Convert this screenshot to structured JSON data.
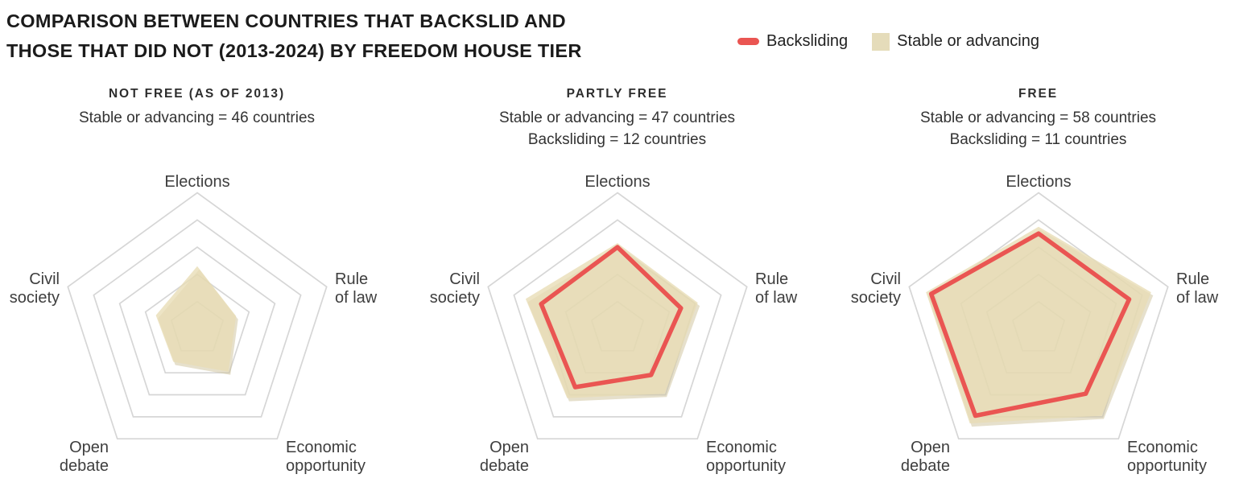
{
  "header": {
    "title_line1": "COMPARISON BETWEEN COUNTRIES THAT BACKSLID AND",
    "title_line2": "THOSE THAT DID NOT (2013-2024) BY FREEDOM HOUSE TIER"
  },
  "legend": {
    "backsliding_label": "Backsliding",
    "stable_label": "Stable or advancing"
  },
  "colors": {
    "backsliding": "#ea5552",
    "stable_fill": "#e8ddb5",
    "stable_legend": "#e5dcba",
    "grid": "#d6d6d6",
    "area_shadow": "#cdc299"
  },
  "chart_data": [
    {
      "type": "radar",
      "title": "NOT FREE (AS OF 2013)",
      "subtitle_lines": [
        "Stable or advancing = 46 countries"
      ],
      "axes": [
        "Elections",
        "Rule of law",
        "Economic opportunity",
        "Open debate",
        "Civil society"
      ],
      "axes_lines": [
        [
          "Elections"
        ],
        [
          "Rule",
          "of law"
        ],
        [
          "Economic",
          "opportunity"
        ],
        [
          "Open",
          "debate"
        ],
        [
          "Civil",
          "society"
        ]
      ],
      "axis_range": [
        0,
        1
      ],
      "grid_levels": [
        0.2,
        0.4,
        0.6,
        0.8,
        1.0
      ],
      "legend_position": "top-right",
      "series": [
        {
          "name": "Stable or advancing",
          "role": "area",
          "color": "#e8ddb5",
          "values": [
            0.46,
            0.3,
            0.39,
            0.3,
            0.32
          ]
        }
      ]
    },
    {
      "type": "radar",
      "title": "PARTLY FREE",
      "subtitle_lines": [
        "Stable or advancing = 47 countries",
        "Backsliding = 12 countries"
      ],
      "axes": [
        "Elections",
        "Rule of law",
        "Economic opportunity",
        "Open debate",
        "Civil society"
      ],
      "axes_lines": [
        [
          "Elections"
        ],
        [
          "Rule",
          "of law"
        ],
        [
          "Economic",
          "opportunity"
        ],
        [
          "Open",
          "debate"
        ],
        [
          "Civil",
          "society"
        ]
      ],
      "axis_range": [
        0,
        1
      ],
      "grid_levels": [
        0.2,
        0.4,
        0.6,
        0.8,
        1.0
      ],
      "legend_position": "top-right",
      "series": [
        {
          "name": "Stable or advancing",
          "role": "area",
          "color": "#e8ddb5",
          "values": [
            0.63,
            0.62,
            0.59,
            0.63,
            0.71
          ]
        },
        {
          "name": "Backsliding",
          "role": "line",
          "color": "#ea5552",
          "values": [
            0.6,
            0.49,
            0.42,
            0.53,
            0.59
          ]
        }
      ]
    },
    {
      "type": "radar",
      "title": "FREE",
      "subtitle_lines": [
        "Stable or advancing = 58 countries",
        "Backsliding = 11 countries"
      ],
      "axes": [
        "Elections",
        "Rule of law",
        "Economic opportunity",
        "Open debate",
        "Civil society"
      ],
      "axes_lines": [
        [
          "Elections"
        ],
        [
          "Rule",
          "of law"
        ],
        [
          "Economic",
          "opportunity"
        ],
        [
          "Open",
          "debate"
        ],
        [
          "Civil",
          "society"
        ]
      ],
      "axis_range": [
        0,
        1
      ],
      "grid_levels": [
        0.2,
        0.4,
        0.6,
        0.8,
        1.0
      ],
      "legend_position": "top-right",
      "series": [
        {
          "name": "Stable or advancing",
          "role": "area",
          "color": "#e8ddb5",
          "values": [
            0.75,
            0.87,
            0.79,
            0.86,
            0.87
          ]
        },
        {
          "name": "Backsliding",
          "role": "line",
          "color": "#ea5552",
          "values": [
            0.7,
            0.7,
            0.59,
            0.79,
            0.83
          ]
        }
      ]
    }
  ]
}
